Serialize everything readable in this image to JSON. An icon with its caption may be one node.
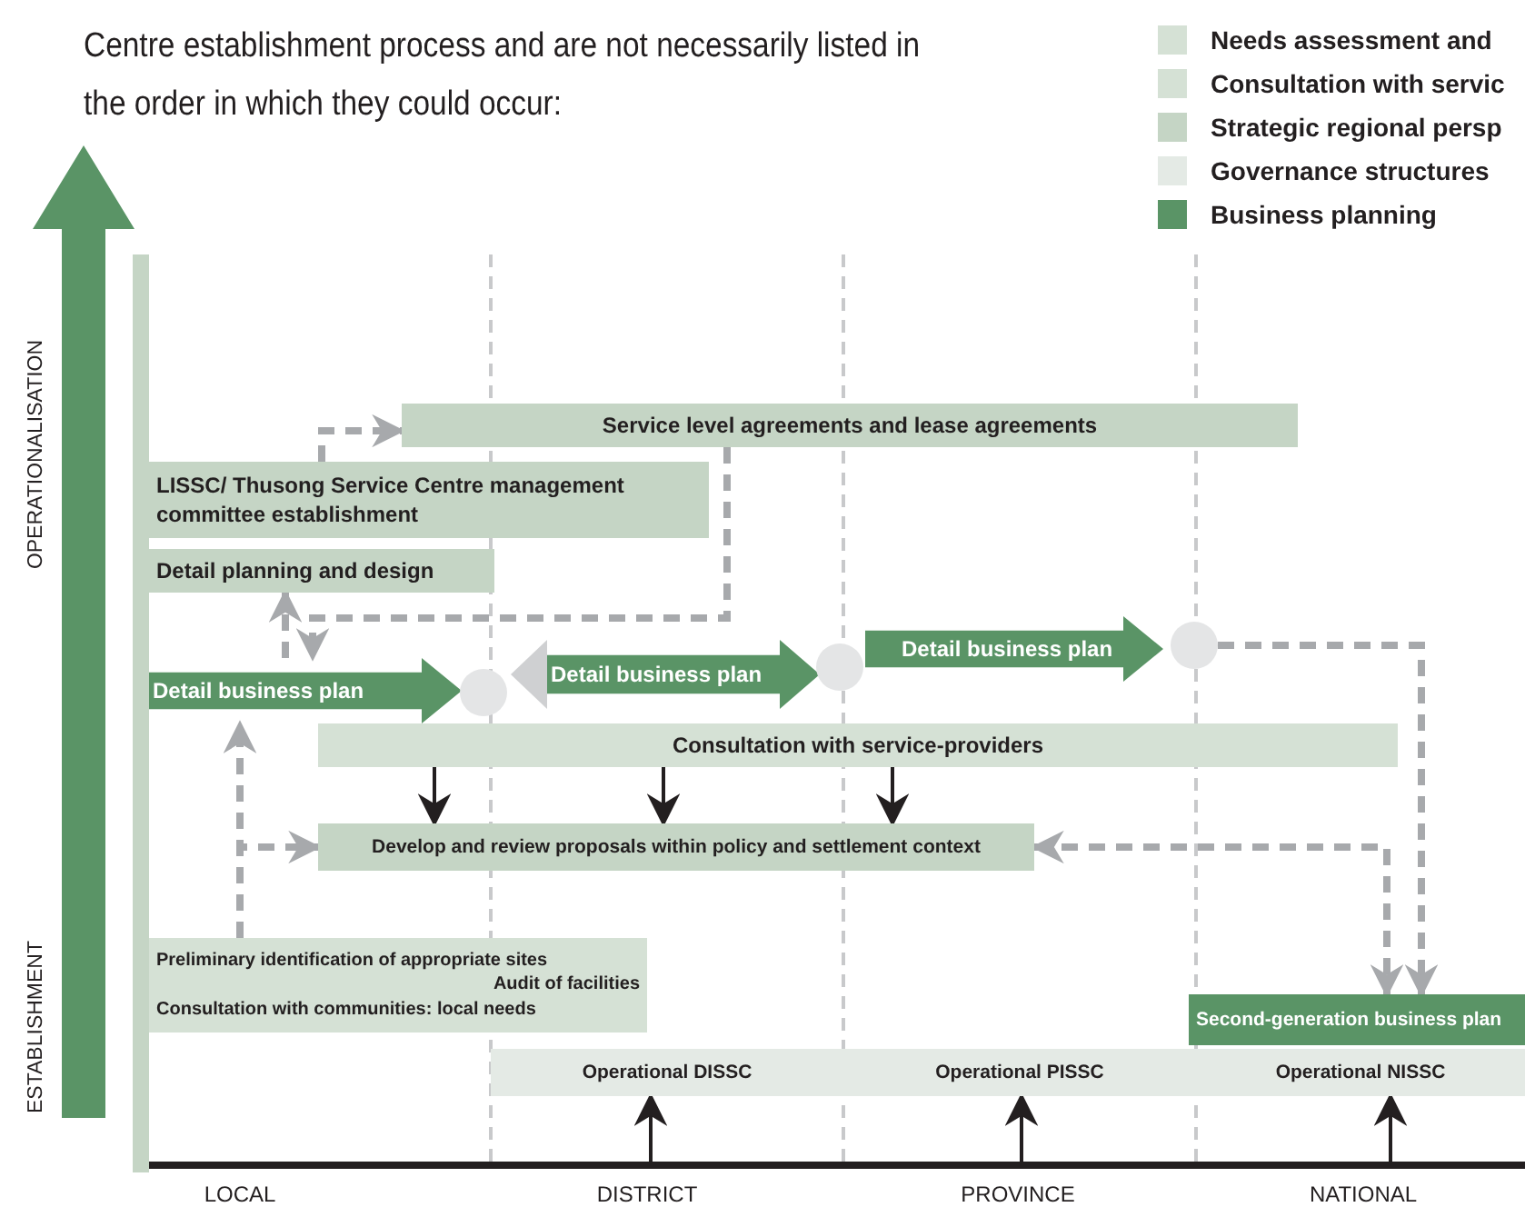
{
  "diagram": {
    "nodes": [
      {
        "text": [
          "Service level agreements and lease agreements"
        ]
      },
      {
        "text": [
          "LISSC/ Thusong Service Centre management committee establishment"
        ]
      },
      {
        "text": [
          "Detail planning and design"
        ]
      },
      {
        "text": [
          "Detail business plan"
        ]
      },
      {
        "text": [],
        "shape": "circle"
      },
      {
        "text": [
          "Detail business plan"
        ]
      },
      {
        "text": [],
        "shape": "circle"
      },
      {
        "text": [
          "Detail business plan"
        ]
      },
      {
        "text": [],
        "shape": "circle"
      },
      {
        "text": [
          "Consultation with service-providers"
        ]
      },
      {
        "text": [
          "Develop and review proposals within policy and settlement context"
        ]
      },
      {
        "text": [
          "Preliminary identification of appropriate sites",
          "Audit of facilities",
          "Consultation with communities: local needs"
        ]
      },
      {
        "text": [
          "Operational DISSC"
        ]
      },
      {
        "text": [
          "Operational PISSC"
        ]
      },
      {
        "text": [
          "Operational NISSC"
        ]
      },
      {
        "text": [
          "Second-generation business plan"
        ]
      }
    ],
    "edges": [
      {
        "from": 1,
        "to": 0,
        "arrow": "to",
        "style": "dashed"
      },
      {
        "from": 0,
        "to": 3,
        "arrow": "to",
        "style": "dashed"
      },
      {
        "from": 3,
        "to": 2,
        "arrow": "to",
        "style": "dashed"
      },
      {
        "from": 11,
        "to": 3,
        "arrow": "to",
        "style": "dashed"
      },
      {
        "from": 11,
        "to": 10,
        "arrow": "to",
        "style": "dashed"
      },
      {
        "from": 9,
        "to": 10,
        "arrow": "to",
        "color": "#231f20"
      },
      {
        "from": 9,
        "to": 10,
        "arrow": "to",
        "color": "#231f20"
      },
      {
        "from": 9,
        "to": 10,
        "arrow": "to",
        "color": "#231f20"
      },
      {
        "from": 8,
        "to": 15,
        "arrow": "to",
        "style": "dashed"
      },
      {
        "from": 10,
        "to": 15,
        "arrow": "both",
        "style": "dashed"
      },
      {
        "from": null,
        "to": 12,
        "arrow": "to",
        "color": "#231f20"
      },
      {
        "from": null,
        "to": 13,
        "arrow": "to",
        "color": "#231f20"
      },
      {
        "from": null,
        "to": 14,
        "arrow": "to",
        "color": "#231f20"
      }
    ],
    "labels": [
      "Centre establishment process and are not necessarily listed in the order in which they could occur:",
      "OPERATIONALISATION",
      "ESTABLISHMENT",
      "LOCAL",
      "DISTRICT",
      "PROVINCE",
      "NATIONAL"
    ],
    "legend": [
      {
        "text": "Needs assessment and",
        "color": "#d5e1d5"
      },
      {
        "text": "Consultation with servic",
        "color": "#d5e1d5"
      },
      {
        "text": "Strategic regional persp",
        "color": "#c5d5c5"
      },
      {
        "text": "Governance structures",
        "color": "#e4eae5"
      },
      {
        "text": "Business planning",
        "color": "#5a9466"
      }
    ]
  }
}
